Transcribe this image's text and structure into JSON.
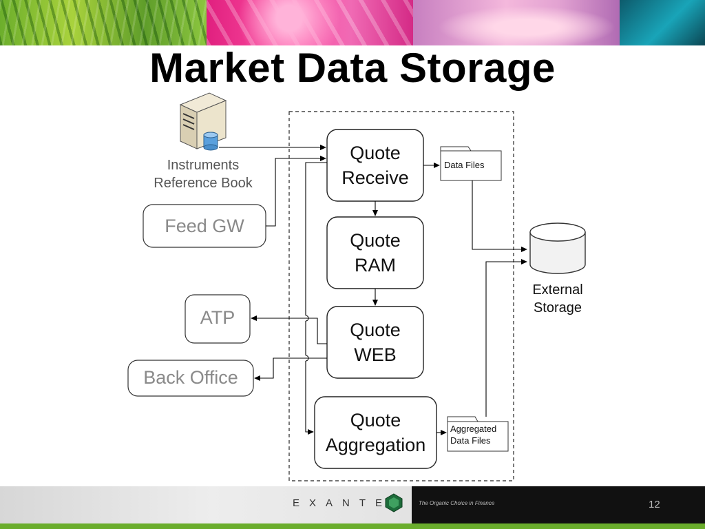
{
  "slide": {
    "title": "Market Data Storage",
    "page_number": "12"
  },
  "diagram": {
    "external_sources": {
      "instruments_line1": "Instruments",
      "instruments_line2": "Reference Book",
      "feed_gw": "Feed GW"
    },
    "components": {
      "quote_receive_line1": "Quote",
      "quote_receive_line2": "Receive",
      "quote_ram_line1": "Quote",
      "quote_ram_line2": "RAM",
      "quote_web_line1": "Quote",
      "quote_web_line2": "WEB",
      "quote_aggregation_line1": "Quote",
      "quote_aggregation_line2": "Aggregation"
    },
    "consumers": {
      "atp": "ATP",
      "back_office": "Back Office"
    },
    "files": {
      "data_files": "Data Files",
      "aggregated_line1": "Aggregated",
      "aggregated_line2": "Data Files"
    },
    "storage": {
      "line1": "External",
      "line2": "Storage"
    }
  },
  "footer": {
    "brand": "EXANTE",
    "tagline": "The Organic Choice in Finance"
  },
  "colors": {
    "accent_green": "#6aad2c",
    "footer_black": "#111111"
  }
}
